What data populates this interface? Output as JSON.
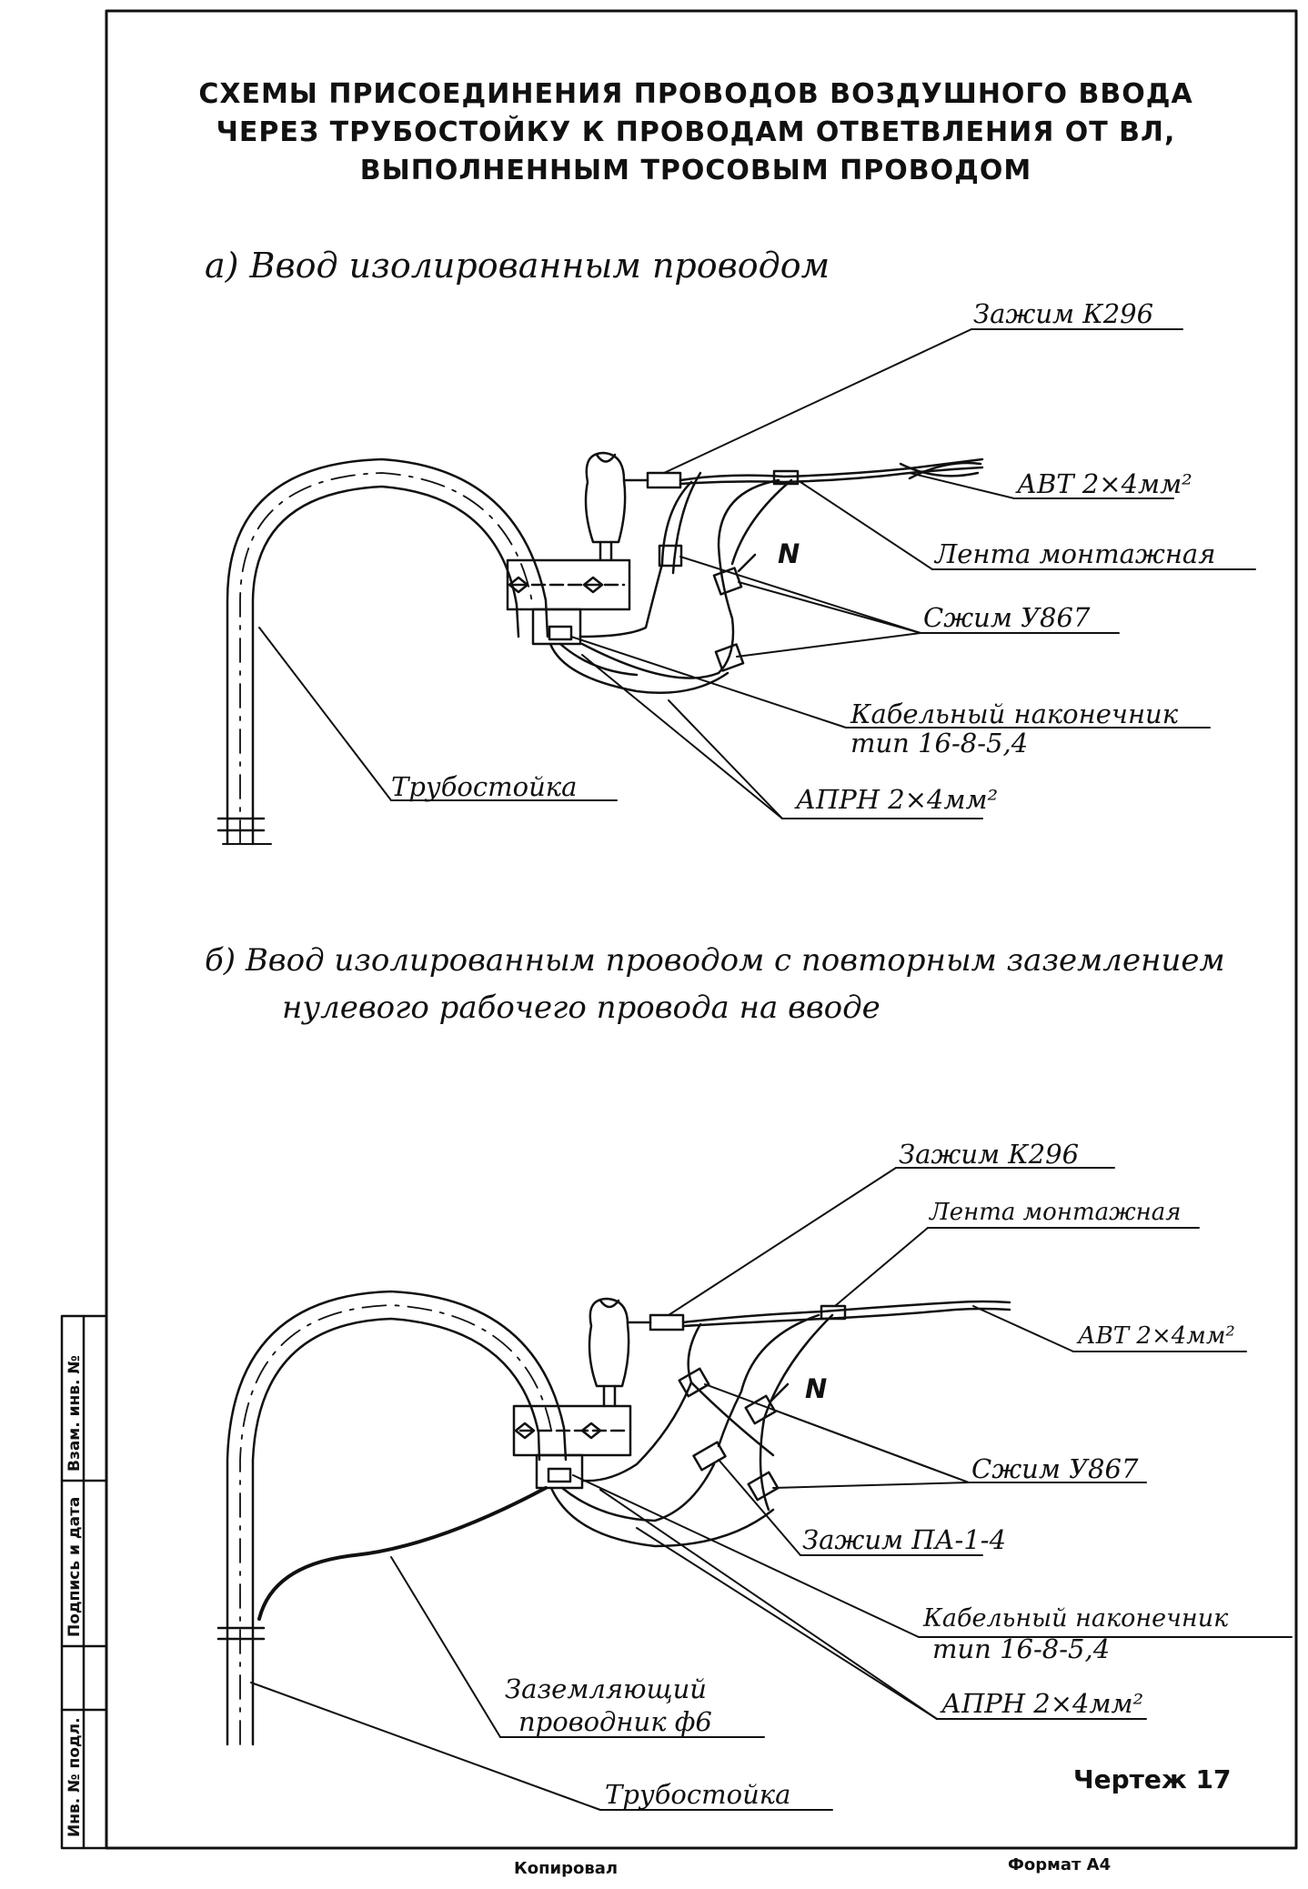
{
  "title": {
    "line1": "СХЕМЫ ПРИСОЕДИНЕНИЯ ПРОВОДОВ ВОЗДУШНОГО ВВОДА",
    "line2": "ЧЕРЕЗ ТРУБОСТОЙКУ К ПРОВОДАМ ОТВЕТВЛЕНИЯ ОТ ВЛ,",
    "line3": "ВЫПОЛНЕННЫМ ТРОСОВЫМ   ПРОВОДОМ"
  },
  "diagram_a": {
    "caption": "а) Ввод  изолированным  проводом",
    "labels": {
      "clamp_k296": "Зажим К296",
      "avt": "АВТ 2×4мм²",
      "tape": "Лента  монтажная",
      "n": "N",
      "clamp_u867": "Сжим У867",
      "lug_1": "Кабельный  наконечник",
      "lug_2": "тип 16-8-5,4",
      "pipe": "Трубостойка",
      "aprn": "АПРН 2×4мм²"
    }
  },
  "diagram_b": {
    "caption_1": "б) Ввод изолированным  проводом с повторным заземлением",
    "caption_2": "нулевого рабочего провода  на вводе",
    "labels": {
      "clamp_k296": "Зажим К296",
      "tape": "Лента монтажная",
      "avt": "АВТ 2×4мм²",
      "n": "N",
      "clamp_u867": "Сжим У867",
      "clamp_pa": "Зажим ПА-1-4",
      "lug_1": "Кабельный  наконечник",
      "lug_2": "тип 16-8-5,4",
      "aprn": "АПРН 2×4мм²",
      "ground_1": "Заземляющий",
      "ground_2": "проводник ф6",
      "pipe": "Трубостойка"
    }
  },
  "stamp": {
    "inv_podl": "Инв. № подл.",
    "podpis": "Подпись и дата",
    "vzam": "Взам. инв. №"
  },
  "footer": {
    "sheet": "Чертеж 17",
    "copied": "Копировал",
    "format": "Формат А4"
  }
}
